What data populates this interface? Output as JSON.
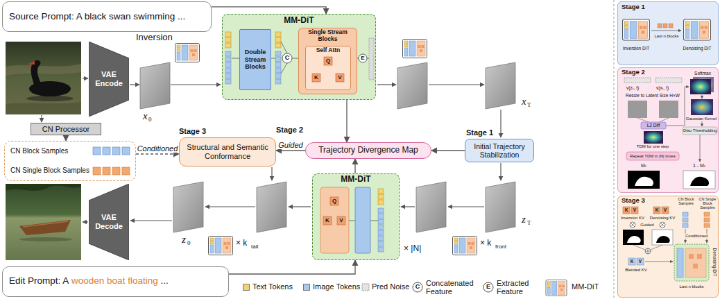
{
  "diagram": {
    "nodes": [
      {
        "text": [
          "Source Prompt: A black swan swimming ..."
        ]
      },
      {
        "text": [
          "VAE Encode"
        ]
      },
      {
        "text": [
          "CN Processor"
        ]
      },
      {
        "text": [
          "MM-DiT"
        ]
      },
      {
        "text": [
          "Double Stream Blocks"
        ],
        "in": 3
      },
      {
        "text": [
          "Single Stream Blocks"
        ],
        "in": 3
      },
      {
        "text": [
          "Self Attn"
        ],
        "in": 5
      },
      {
        "text": [
          "Initial Trajectory Stabilization"
        ]
      },
      {
        "text": [
          "Trajectory Divergence Map"
        ]
      },
      {
        "text": [
          "Structural and Semantic Conformance"
        ]
      },
      {
        "text": [
          "CN Block Samples",
          "CN Single Block Samples"
        ]
      },
      {
        "text": [
          "MM-DiT"
        ]
      },
      {
        "text": [
          "VAE Decode"
        ]
      },
      {
        "text": [
          "Edit Prompt: A",
          "wooden boat floating",
          "..."
        ]
      },
      {
        "text": [
          "Stage 1"
        ]
      },
      {
        "text": [
          "Stage 2"
        ]
      },
      {
        "text": [
          "Stage 3"
        ]
      }
    ],
    "edges": [
      {
        "from": 0,
        "to": 3,
        "arrow": "to"
      },
      {
        "from": 2,
        "to": 10,
        "arrow": "to"
      },
      {
        "from": 10,
        "to": 9,
        "label": "Conditioned",
        "arrow": "to"
      },
      {
        "from": 8,
        "to": 9,
        "label": "Guided",
        "arrow": "to"
      },
      {
        "from": 7,
        "to": 8,
        "arrow": "to"
      },
      {
        "from": 3,
        "to": 8,
        "arrow": "to"
      },
      {
        "from": 11,
        "to": 8,
        "arrow": "to"
      },
      {
        "from": 13,
        "to": 11,
        "arrow": "to"
      }
    ],
    "labels": [
      "Inversion",
      "x",
      "0",
      "x",
      "T",
      "z",
      "T",
      "z",
      "0",
      "Stage 1",
      "Stage 2",
      "Stage 3",
      "× k",
      "tail",
      "× k",
      "front",
      "× |N|",
      "C",
      "E",
      "Q",
      "K",
      "V",
      "Q",
      "K",
      "V",
      "C",
      "E",
      "Inversion DiT",
      "Last n blocks",
      "Denoising DiT",
      "v(zₜ, t)",
      "v(xₜ, t)",
      "Resize to Latent Size H×W",
      "L2 Diff",
      "TDM for one step",
      "Repeat TDM in |N| times",
      "Softmax",
      "Gaussian Kernel",
      "Otsu Thresholding",
      "Mₜ",
      "1 - Mₜ",
      "Inversion KV",
      "Denoising KV",
      "K",
      "V",
      "K",
      "V",
      "CN Block Samples",
      "CN Single Block Samples",
      "Guided",
      "Conditioned",
      "K",
      "V",
      "Blended KV",
      "Last n blocks",
      "Denoising DiT"
    ],
    "legend": [
      {
        "text": "Text Tokens",
        "color": "#f7d36b"
      },
      {
        "text": "Image Tokens",
        "color": "#a9c8ee"
      },
      {
        "text": "Pred Noise"
      },
      {
        "text": "Concatenated Feature"
      },
      {
        "text": "Extracted Feature"
      },
      {
        "text": "MM-DiT"
      }
    ]
  }
}
